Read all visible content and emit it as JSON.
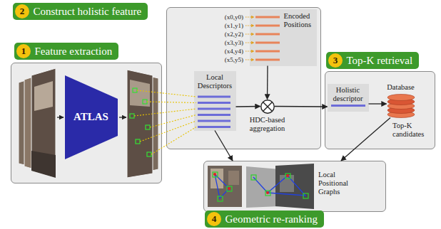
{
  "diagram": {
    "nodes": [
      {
        "text": [
          "Feature extraction"
        ]
      },
      {
        "text": [
          "ATLAS"
        ],
        "in": 0
      },
      {
        "text": [
          "Construct holistic feature"
        ]
      },
      {
        "text": [
          "Encoded Positions"
        ],
        "in": 2
      },
      {
        "text": [
          "Local Descriptors"
        ],
        "in": 2
      },
      {
        "text": [
          "HDC-based aggregation"
        ],
        "in": 2
      },
      {
        "text": [
          "Top-K retrieval"
        ]
      },
      {
        "text": [
          "Holistic descriptor"
        ],
        "in": 6
      },
      {
        "text": [
          "Database"
        ],
        "in": 6
      },
      {
        "text": [
          "Geometric re-ranking"
        ]
      }
    ],
    "edges": [
      {
        "from": 3,
        "to": 5,
        "arrow": "to"
      },
      {
        "from": 4,
        "to": 5,
        "arrow": "to"
      },
      {
        "from": 5,
        "to": 7,
        "arrow": "to"
      },
      {
        "from": 7,
        "to": 8,
        "arrow": "to"
      },
      {
        "from": 8,
        "to": 9,
        "label": "Top-K candidates",
        "arrow": "to"
      },
      {
        "from": 4,
        "to": 9,
        "arrow": "to"
      }
    ],
    "labels": [
      "1",
      "2",
      "3",
      "4",
      "(x0,y0)",
      "(x1,y1)",
      "(x2,y2)",
      "(x3,y3)",
      "(x4,y4)",
      "(x5,y5)",
      "Local Positional Graphs"
    ]
  }
}
